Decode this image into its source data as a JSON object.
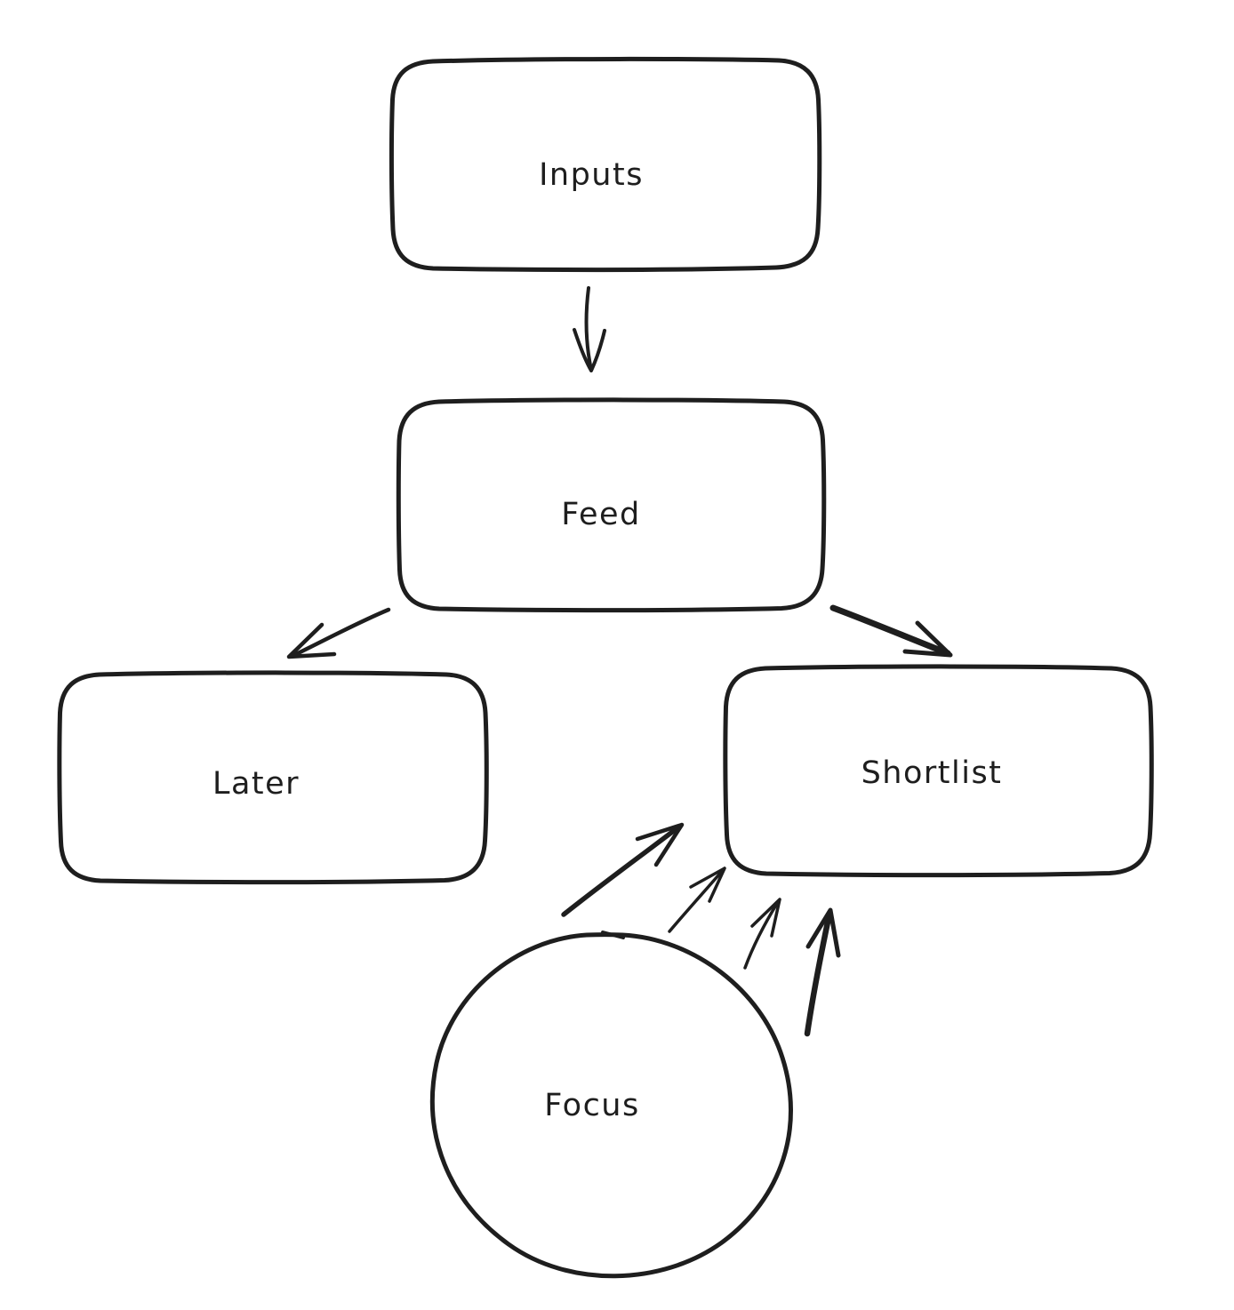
{
  "diagram": {
    "background": "#ffffff",
    "stroke_color": "#1e1e1e",
    "style": "hand-drawn-whiteboard",
    "nodes": [
      {
        "id": "inputs",
        "label": "Inputs",
        "shape": "rounded-rectangle"
      },
      {
        "id": "feed",
        "label": "Feed",
        "shape": "rounded-rectangle"
      },
      {
        "id": "later",
        "label": "Later",
        "shape": "rounded-rectangle"
      },
      {
        "id": "shortlist",
        "label": "Shortlist",
        "shape": "rounded-rectangle"
      },
      {
        "id": "focus",
        "label": "Focus",
        "shape": "circle"
      }
    ],
    "edges": [
      {
        "from": "inputs",
        "to": "feed",
        "style": "arrow",
        "direction": "down"
      },
      {
        "from": "feed",
        "to": "later",
        "style": "arrow",
        "direction": "down-left"
      },
      {
        "from": "feed",
        "to": "shortlist",
        "style": "bold-arrow",
        "direction": "down-right"
      },
      {
        "from": "focus",
        "to": "shortlist",
        "style": "arrow",
        "direction": "up-right"
      },
      {
        "from": "focus",
        "to": "shortlist",
        "style": "thin-arrow",
        "direction": "up-right"
      },
      {
        "from": "focus",
        "to": "shortlist",
        "style": "thin-arrow",
        "direction": "up-right"
      },
      {
        "from": "focus",
        "to": "shortlist",
        "style": "bold-arrow",
        "direction": "up"
      }
    ]
  }
}
